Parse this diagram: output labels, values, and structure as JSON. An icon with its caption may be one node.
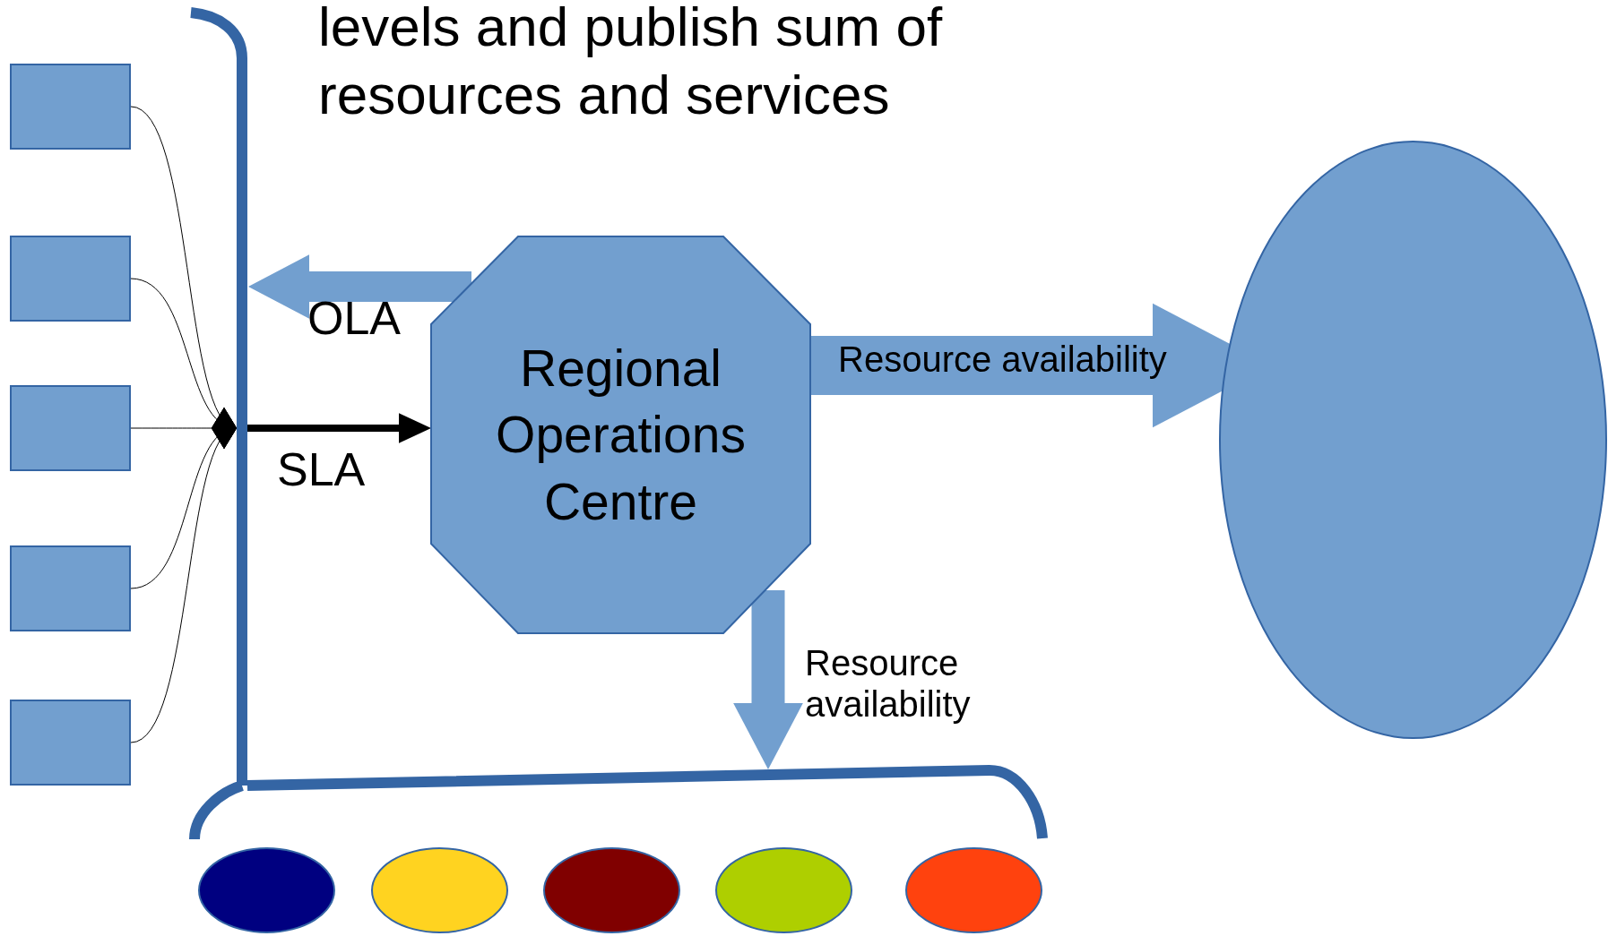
{
  "diagram": {
    "title": "levels and publish sum of resources and services",
    "nodes": [
      {
        "text": [],
        "shape": "box"
      },
      {
        "text": [],
        "shape": "box"
      },
      {
        "text": [],
        "shape": "box"
      },
      {
        "text": [],
        "shape": "box"
      },
      {
        "text": [],
        "shape": "box"
      },
      {
        "text": [],
        "shape": "bar"
      },
      {
        "text": [],
        "shape": "bar"
      },
      {
        "text": [
          "Regional Operations Centre"
        ]
      },
      {
        "text": [],
        "shape": "ellipse"
      },
      {
        "text": [],
        "shape": "ellipse"
      },
      {
        "text": [],
        "shape": "ellipse"
      },
      {
        "text": [],
        "shape": "ellipse"
      },
      {
        "text": [],
        "shape": "ellipse"
      },
      {
        "text": [],
        "shape": "ellipse"
      }
    ],
    "edges": [
      {
        "from": 0,
        "to": 5,
        "arrow": "other"
      },
      {
        "from": 1,
        "to": 5,
        "arrow": "other"
      },
      {
        "from": 2,
        "to": 5,
        "arrow": "other"
      },
      {
        "from": 3,
        "to": 5,
        "arrow": "other"
      },
      {
        "from": 4,
        "to": 5,
        "arrow": "other"
      },
      {
        "from": 5,
        "to": 7,
        "arrow": "to",
        "label": "SLA",
        "style": "thick"
      },
      {
        "from": 7,
        "to": 5,
        "arrow": "to",
        "label": "OLA",
        "style": "thick",
        "color": "#729fcf"
      },
      {
        "from": 7,
        "to": 8,
        "arrow": "to",
        "label": "Resource availability",
        "style": "thick",
        "color": "#729fcf"
      },
      {
        "from": 7,
        "to": 6,
        "arrow": "to",
        "label": "Resource availability",
        "style": "thick",
        "color": "#729fcf"
      }
    ]
  }
}
